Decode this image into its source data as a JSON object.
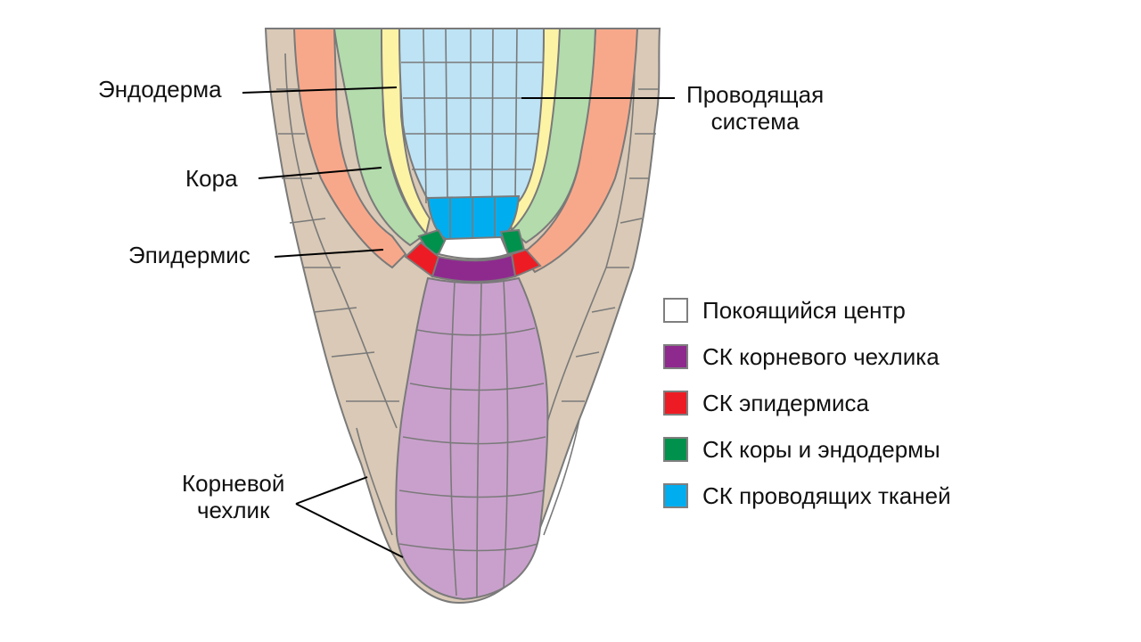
{
  "labels": {
    "endoderm": "Эндодерма",
    "vascular": "Проводящая\nсистема",
    "cortex": "Кора",
    "epidermis": "Эпидермис",
    "root_cap": "Корневой\nчехлик"
  },
  "legend": [
    {
      "label": "Покоящийся центр",
      "color": "#ffffff"
    },
    {
      "label": "СК корневого чехлика",
      "color": "#8e2a8e"
    },
    {
      "label": "СК эпидермиса",
      "color": "#ed1c24"
    },
    {
      "label": "СК коры и эндодермы",
      "color": "#00914c"
    },
    {
      "label": "СК проводящих тканей",
      "color": "#00aeef"
    }
  ],
  "tissue_colors": {
    "lateral_root_cap": "#d9c9b6",
    "columella": "#c9a0cc",
    "epidermis": "#f8a88a",
    "cortex": "#b3dbac",
    "endodermis": "#fcf3a5",
    "vascular": "#bde3f5",
    "vascular_initials": "#00aeef",
    "cortex_initials": "#00914c",
    "epidermis_initials": "#ed1c24",
    "columella_initials": "#8e2a8e",
    "quiescent_center": "#ffffff",
    "cell_wall": "#7a7a7a"
  }
}
